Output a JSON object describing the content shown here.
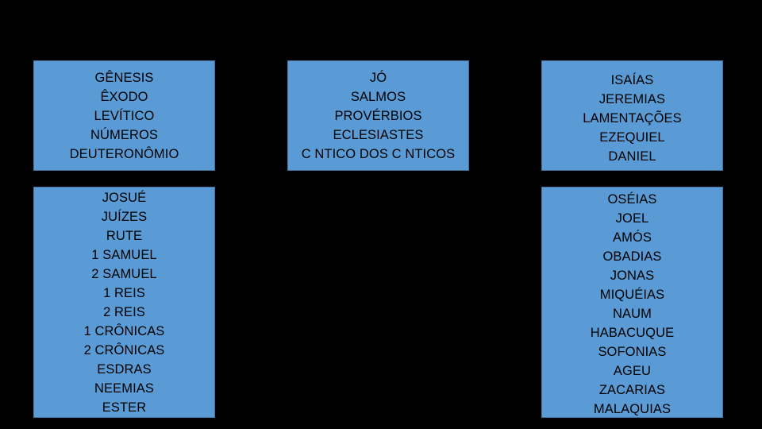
{
  "pentateuch": [
    "GÊNESIS",
    "ÊXODO",
    "LEVÍTICO",
    "NÚMEROS",
    "DEUTERONÔMIO"
  ],
  "poetic": [
    "JÓ",
    "SALMOS",
    "PROVÉRBIOS",
    "ECLESIASTES",
    "C NTICO DOS C NTICOS"
  ],
  "major_prophets": [
    "ISAÍAS",
    "JEREMIAS",
    "LAMENTAÇÕES",
    "EZEQUIEL",
    "DANIEL"
  ],
  "historical": [
    "JOSUÉ",
    "JUÍZES",
    "RUTE",
    "1 SAMUEL",
    "2 SAMUEL",
    "1 REIS",
    "2 REIS",
    "1 CRÔNICAS",
    "2 CRÔNICAS",
    "ESDRAS",
    "NEEMIAS",
    "ESTER"
  ],
  "minor_prophets": [
    "OSÉIAS",
    "JOEL",
    "AMÓS",
    "OBADIAS",
    "JONAS",
    "MIQUÉIAS",
    "NAUM",
    "HABACUQUE",
    "SOFONIAS",
    "AGEU",
    "ZACARIAS",
    "MALAQUIAS"
  ],
  "colors": {
    "background": "#000000",
    "box_fill": "#5b9bd5",
    "box_border": "#41719c",
    "text": "#000000"
  }
}
